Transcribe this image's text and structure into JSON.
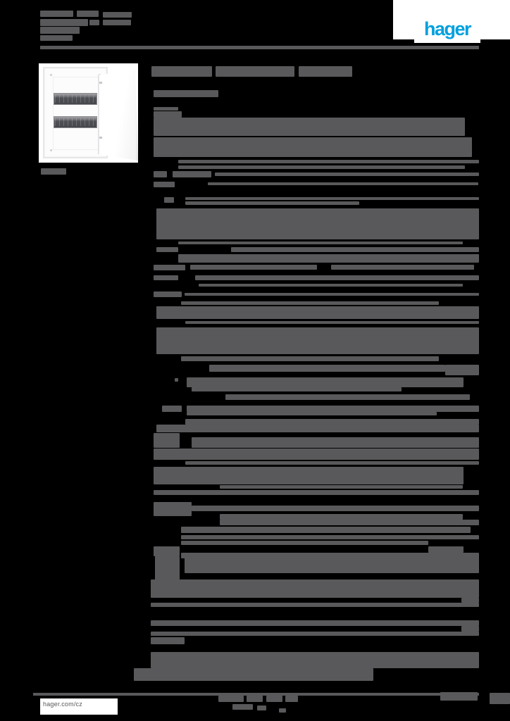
{
  "page": {
    "bg": "#000000",
    "ink": "#59595b",
    "paper": "#ffffff",
    "accent": "#00a0de"
  },
  "header": {
    "logo_text": "hager"
  },
  "footer": {
    "website": "hager.com/cz"
  },
  "product_image": {
    "alt": "wall-mounted-distribution-board-open-door",
    "din_rows": 2
  },
  "redaction": {
    "note": "all body text in source render is illegible dark-gray blobs on black; represented as bars",
    "bands": [
      [
        57,
        15,
        47,
        9
      ],
      [
        109,
        15,
        31,
        9
      ],
      [
        146,
        17,
        41,
        8
      ],
      [
        146,
        28,
        40,
        8
      ],
      [
        57,
        27,
        68,
        10
      ],
      [
        127,
        28,
        14,
        8
      ],
      [
        57,
        38,
        56,
        10
      ],
      [
        57,
        50,
        46,
        8
      ],
      [
        215,
        94,
        86,
        15
      ],
      [
        306,
        94,
        112,
        15
      ],
      [
        424,
        94,
        76,
        15
      ],
      [
        218,
        128,
        92,
        10
      ],
      [
        218,
        152,
        35,
        5
      ],
      [
        218,
        158,
        40,
        9
      ],
      [
        218,
        167,
        442,
        26
      ],
      [
        218,
        195,
        452,
        28
      ],
      [
        253,
        227,
        427,
        5
      ],
      [
        253,
        235,
        407,
        5
      ],
      [
        218,
        243,
        19,
        9
      ],
      [
        245,
        243,
        55,
        9
      ],
      [
        305,
        245,
        375,
        5
      ],
      [
        58,
        239,
        36,
        9
      ],
      [
        218,
        258,
        30,
        8
      ],
      [
        295,
        259,
        384,
        4
      ],
      [
        233,
        280,
        14,
        8
      ],
      [
        263,
        280,
        417,
        4
      ],
      [
        263,
        286,
        247,
        5
      ],
      [
        222,
        296,
        458,
        44
      ],
      [
        253,
        343,
        404,
        4
      ],
      [
        222,
        351,
        31,
        7
      ],
      [
        328,
        351,
        352,
        7
      ],
      [
        253,
        361,
        427,
        12
      ],
      [
        218,
        376,
        45,
        8
      ],
      [
        270,
        376,
        180,
        7
      ],
      [
        470,
        376,
        203,
        7
      ],
      [
        218,
        391,
        35,
        7
      ],
      [
        277,
        391,
        403,
        7
      ],
      [
        282,
        403,
        375,
        4
      ],
      [
        218,
        414,
        40,
        8
      ],
      [
        262,
        416,
        418,
        4
      ],
      [
        257,
        428,
        366,
        5
      ],
      [
        222,
        435,
        458,
        18
      ],
      [
        263,
        456,
        417,
        4
      ],
      [
        222,
        465,
        458,
        38
      ],
      [
        257,
        506,
        366,
        7
      ],
      [
        297,
        518,
        335,
        10
      ],
      [
        632,
        518,
        48,
        15
      ],
      [
        248,
        537,
        5,
        5
      ],
      [
        265,
        536,
        393,
        14
      ],
      [
        272,
        550,
        298,
        6
      ],
      [
        320,
        560,
        347,
        8
      ],
      [
        230,
        576,
        28,
        9
      ],
      [
        265,
        576,
        415,
        9
      ],
      [
        265,
        585,
        355,
        5
      ],
      [
        263,
        595,
        417,
        8
      ],
      [
        222,
        603,
        458,
        11
      ],
      [
        218,
        615,
        37,
        21
      ],
      [
        272,
        621,
        408,
        15
      ],
      [
        218,
        637,
        462,
        16
      ],
      [
        263,
        655,
        417,
        5
      ],
      [
        218,
        663,
        440,
        25
      ],
      [
        312,
        689,
        345,
        5
      ],
      [
        218,
        696,
        462,
        7
      ],
      [
        218,
        713,
        54,
        20
      ],
      [
        272,
        718,
        408,
        8
      ],
      [
        312,
        730,
        345,
        8
      ],
      [
        312,
        738,
        368,
        8
      ],
      [
        257,
        748,
        411,
        9
      ],
      [
        257,
        760,
        423,
        6
      ],
      [
        257,
        768,
        351,
        6
      ],
      [
        218,
        776,
        37,
        14
      ],
      [
        608,
        776,
        50,
        9
      ],
      [
        257,
        785,
        423,
        8
      ],
      [
        220,
        790,
        35,
        48
      ],
      [
        262,
        790,
        418,
        24
      ],
      [
        214,
        823,
        466,
        26
      ],
      [
        655,
        849,
        25,
        7
      ],
      [
        214,
        856,
        466,
        6
      ],
      [
        214,
        881,
        466,
        8
      ],
      [
        655,
        889,
        25,
        8
      ],
      [
        214,
        897,
        466,
        6
      ],
      [
        214,
        905,
        48,
        10
      ],
      [
        214,
        926,
        466,
        23
      ],
      [
        190,
        949,
        340,
        18
      ],
      [
        625,
        983,
        53,
        12
      ],
      [
        695,
        984,
        29,
        16
      ],
      [
        310,
        988,
        36,
        9
      ],
      [
        350,
        988,
        23,
        9
      ],
      [
        378,
        988,
        23,
        9
      ],
      [
        405,
        988,
        18,
        9
      ],
      [
        330,
        1000,
        29,
        8
      ],
      [
        365,
        1002,
        13,
        7
      ],
      [
        396,
        1006,
        10,
        6
      ]
    ],
    "rules": [
      [
        57,
        65,
        623,
        5
      ],
      [
        47,
        984,
        633,
        4
      ]
    ]
  }
}
